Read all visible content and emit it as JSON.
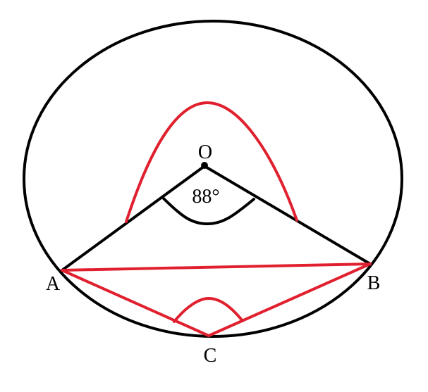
{
  "points": {
    "center": "O",
    "a": "A",
    "b": "B",
    "c": "C"
  },
  "angle": {
    "label": "88°"
  },
  "colors": {
    "outline": "#000000",
    "highlight": "#e0202e"
  }
}
